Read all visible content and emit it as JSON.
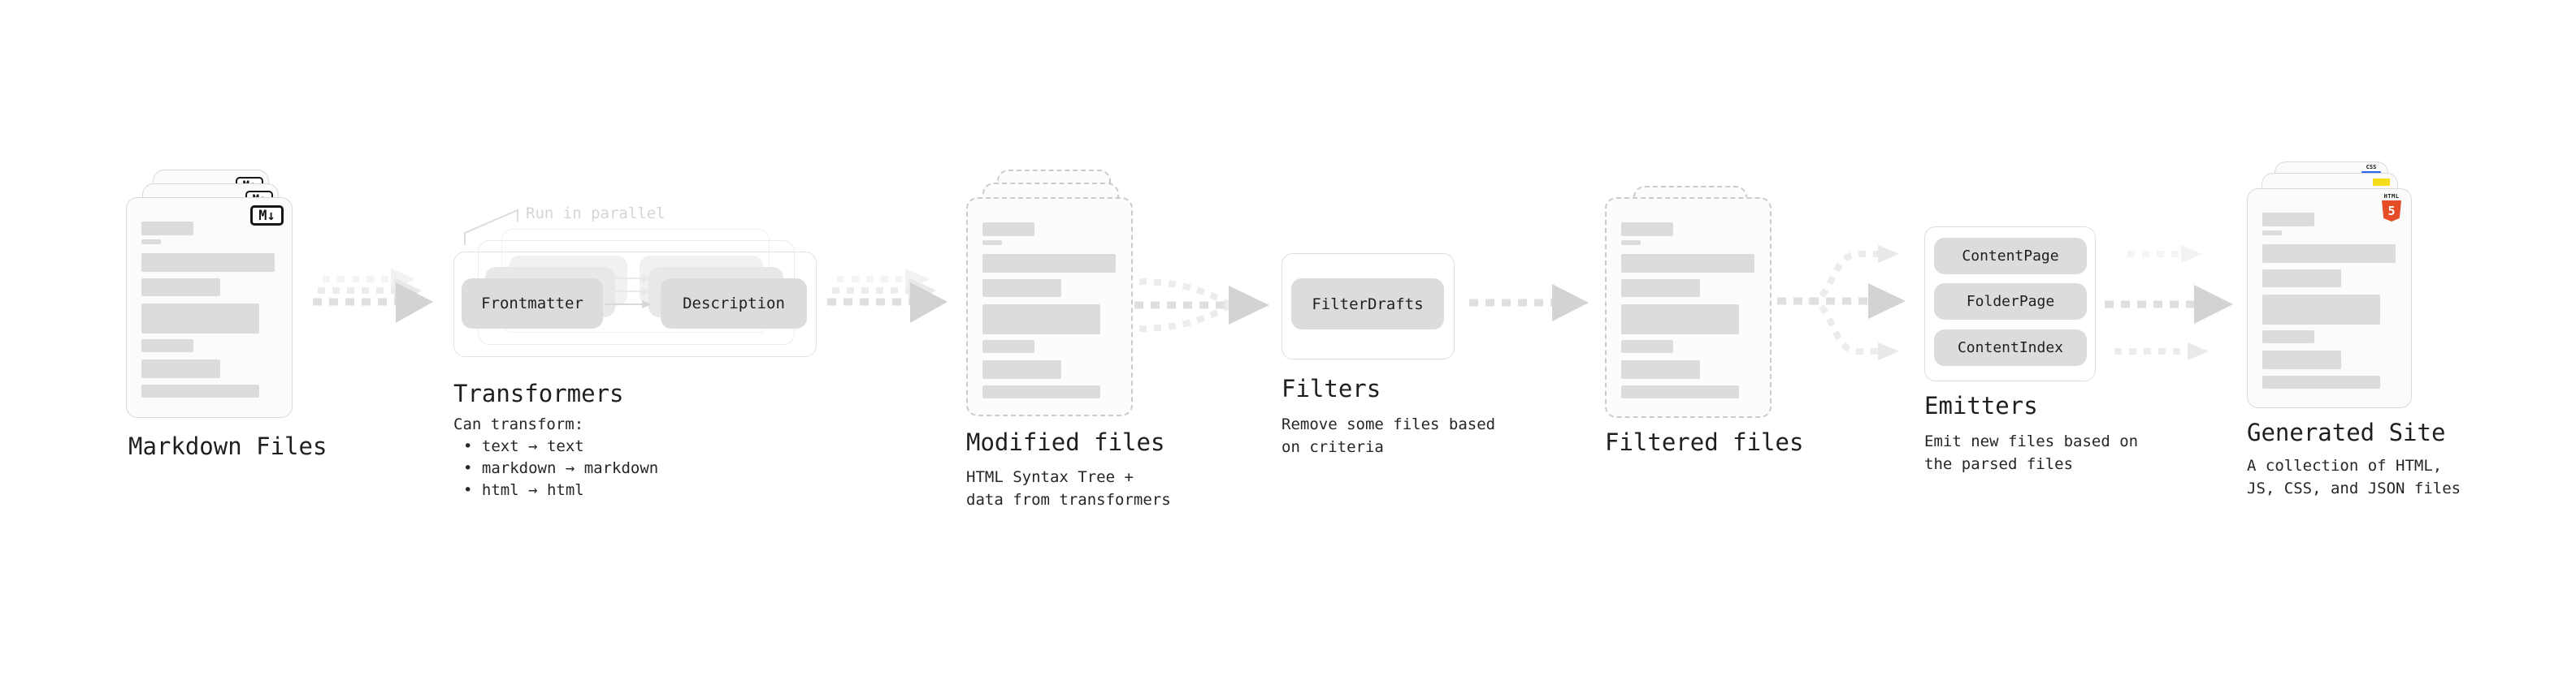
{
  "colors": {
    "background": "#ffffff",
    "card_bg": "#fbfbfb",
    "card_border": "#d9d9d9",
    "dashed_card_border": "#cbcbcb",
    "placeholder_bar": "#dcdcdc",
    "pill_bg": "#dcdcdc",
    "text": "#1f1f1f",
    "annotation_text": "#d5d5d5",
    "arrow_main": "#d3d3d3",
    "arrow_ghost": "#ececec",
    "markdown_badge_border": "#161616",
    "html5_orange": "#e44d26",
    "css_blue": "#2863f0",
    "js_yellow": "#f5de19"
  },
  "stages": {
    "markdown_files": {
      "label": "Markdown Files",
      "badge": "M↓"
    },
    "transformers": {
      "label": "Transformers",
      "annotation": "Run in parallel",
      "input_box": "Frontmatter",
      "output_box": "Description",
      "caption_heading": "Can transform:",
      "bullets": [
        "• text → text",
        "• markdown → markdown",
        "• html → html"
      ]
    },
    "modified_files": {
      "label": "Modified files",
      "caption": "HTML Syntax Tree +\ndata from transformers"
    },
    "filters": {
      "label": "Filters",
      "box": "FilterDrafts",
      "caption": "Remove some files based\non criteria"
    },
    "filtered_files": {
      "label": "Filtered files"
    },
    "emitters": {
      "label": "Emitters",
      "boxes": [
        "ContentPage",
        "FolderPage",
        "ContentIndex"
      ],
      "caption": "Emit new files based on\nthe parsed files"
    },
    "generated_site": {
      "label": "Generated Site",
      "caption": "A collection of HTML,\nJS, CSS, and JSON files",
      "css_badge": "CSS",
      "html_badge": "HTML",
      "html_badge_number": "5"
    }
  }
}
